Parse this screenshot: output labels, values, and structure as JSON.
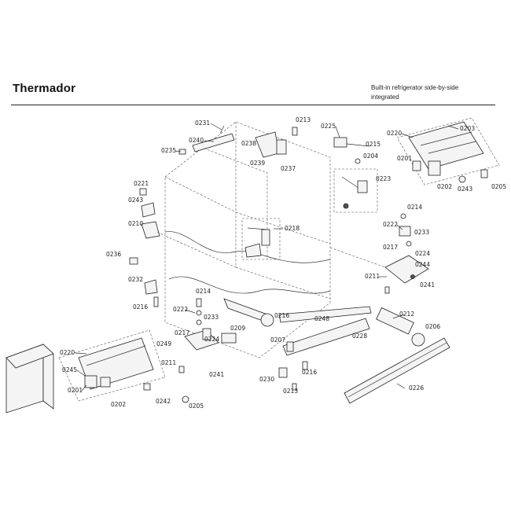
{
  "header": {
    "brand": "Thermador",
    "subtitle_line1": "Built-in refrigerator side-by-side",
    "subtitle_line2": "integrated"
  },
  "part_labels": [
    "0231",
    "0213",
    "0225",
    "0220",
    "0203",
    "0240",
    "0238",
    "0215",
    "0235",
    "0204",
    "0201",
    "0239",
    "0237",
    "0223",
    "0202",
    "0243",
    "0205",
    "0221",
    "0243",
    "0214",
    "0210",
    "0222",
    "0233",
    "0218",
    "0236",
    "0217",
    "0224",
    "0244",
    "0232",
    "0211",
    "0241",
    "0216",
    "0214",
    "0222",
    "0233",
    "0209",
    "0216",
    "0248",
    "0212",
    "0206",
    "0217",
    "0224",
    "0249",
    "0207",
    "0228",
    "0220",
    "0211",
    "0241",
    "0245",
    "0216",
    "0201",
    "0230",
    "0202",
    "0242",
    "0213",
    "0205",
    "0226"
  ]
}
